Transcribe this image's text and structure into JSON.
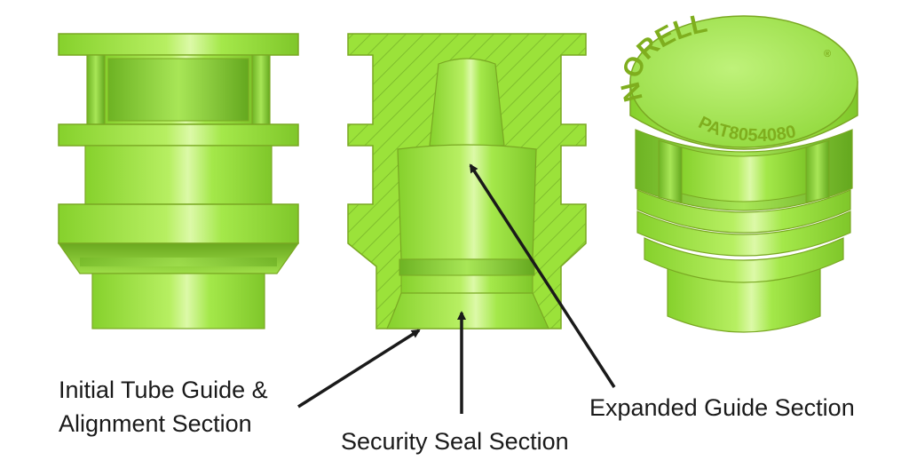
{
  "labels": {
    "initial_line1": "Initial Tube Guide &",
    "initial_line2": "Alignment Section",
    "security": "Security Seal Section",
    "expanded": "Expanded Guide Section"
  },
  "cap_embossing": {
    "brand": "NORELL",
    "registered": "®",
    "patent": "PAT8054080"
  },
  "colors": {
    "green_fill": "#9be23a",
    "green_highlight": "#d8f7a0",
    "green_dark": "#6aa51c",
    "outline": "#7aa823",
    "hatch": "#78b52a",
    "arrow": "#1a1a1a"
  }
}
